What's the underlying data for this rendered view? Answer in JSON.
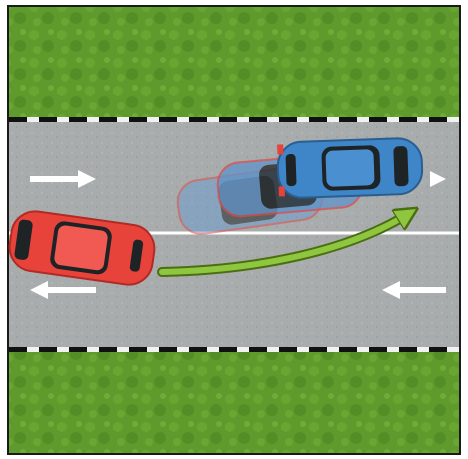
{
  "scene": {
    "description_free": true,
    "road": {
      "lanes": 2,
      "lane_direction_top": "right",
      "lane_direction_bottom": "left"
    },
    "colors": {
      "frame": "#1a1a1a",
      "grass": "#5e9a2c",
      "grass_dark": "#4a8220",
      "road": "#a8acac",
      "edge_dash_dark": "#111111",
      "edge_dash_light": "#f2f2f2",
      "center_line": "#ffffff",
      "arrow": "#ffffff",
      "maneuver_arrow": "#8fc63f",
      "maneuver_arrow_outline": "#4b6e12",
      "car_red": "#e8433b",
      "car_blue": "#3e86c8",
      "car_blue_ghost": "#6f9ccc",
      "glass": "#1e2326"
    },
    "icons": {
      "lane_arrow": "arrow-right-icon",
      "oncoming_arrow": "arrow-left-icon",
      "maneuver": "curved-arrow-icon",
      "overtaking_car": "red-car-icon",
      "overtaken_car": "blue-car-icon"
    }
  }
}
